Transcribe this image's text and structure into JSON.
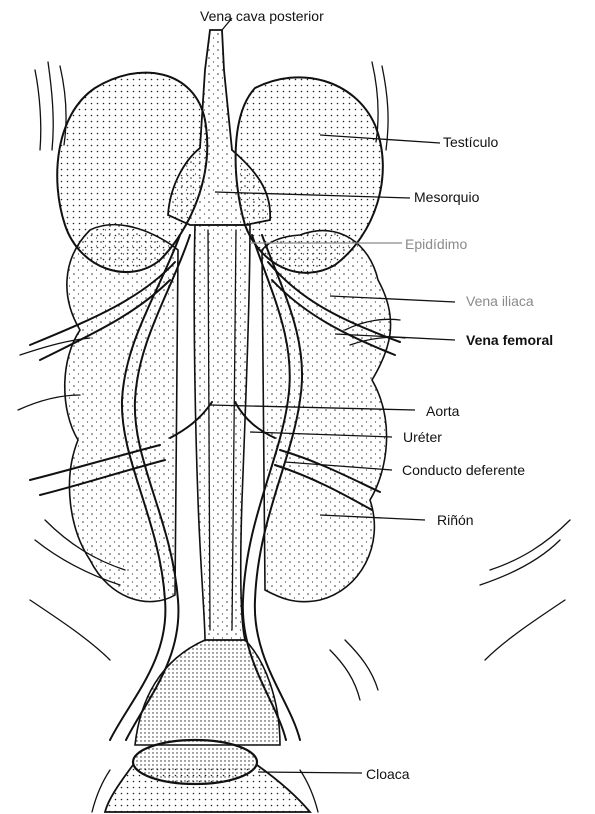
{
  "figure": {
    "labels": {
      "vena_cava_posterior": "Vena cava posterior",
      "testiculo": "Testículo",
      "mesorquio": "Mesorquio",
      "epididimo": "Epidídimo",
      "vena_iliaca": "Vena iliaca",
      "vena_femoral": "Vena femoral",
      "aorta": "Aorta",
      "ureter": "Uréter",
      "conducto_deferente": "Conducto deferente",
      "rinon": "Riñón",
      "cloaca": "Cloaca"
    }
  }
}
